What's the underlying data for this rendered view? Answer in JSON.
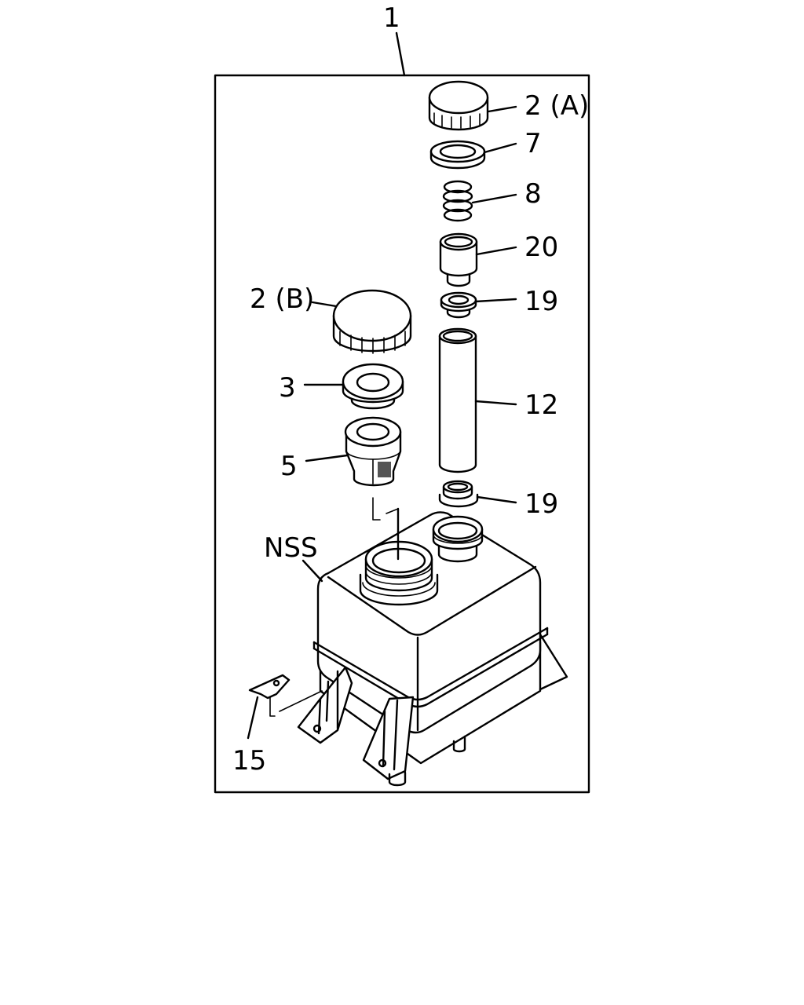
{
  "callouts": {
    "assembly": "1",
    "cap_a": "2 (A)",
    "washer": "7",
    "spring": "8",
    "sleeve": "20",
    "seal_upper": "19",
    "cap_b": "2 (B)",
    "grommet": "3",
    "strainer": "5",
    "tube": "12",
    "seal_lower": "19",
    "tank": "NSS",
    "bracket": "15"
  }
}
